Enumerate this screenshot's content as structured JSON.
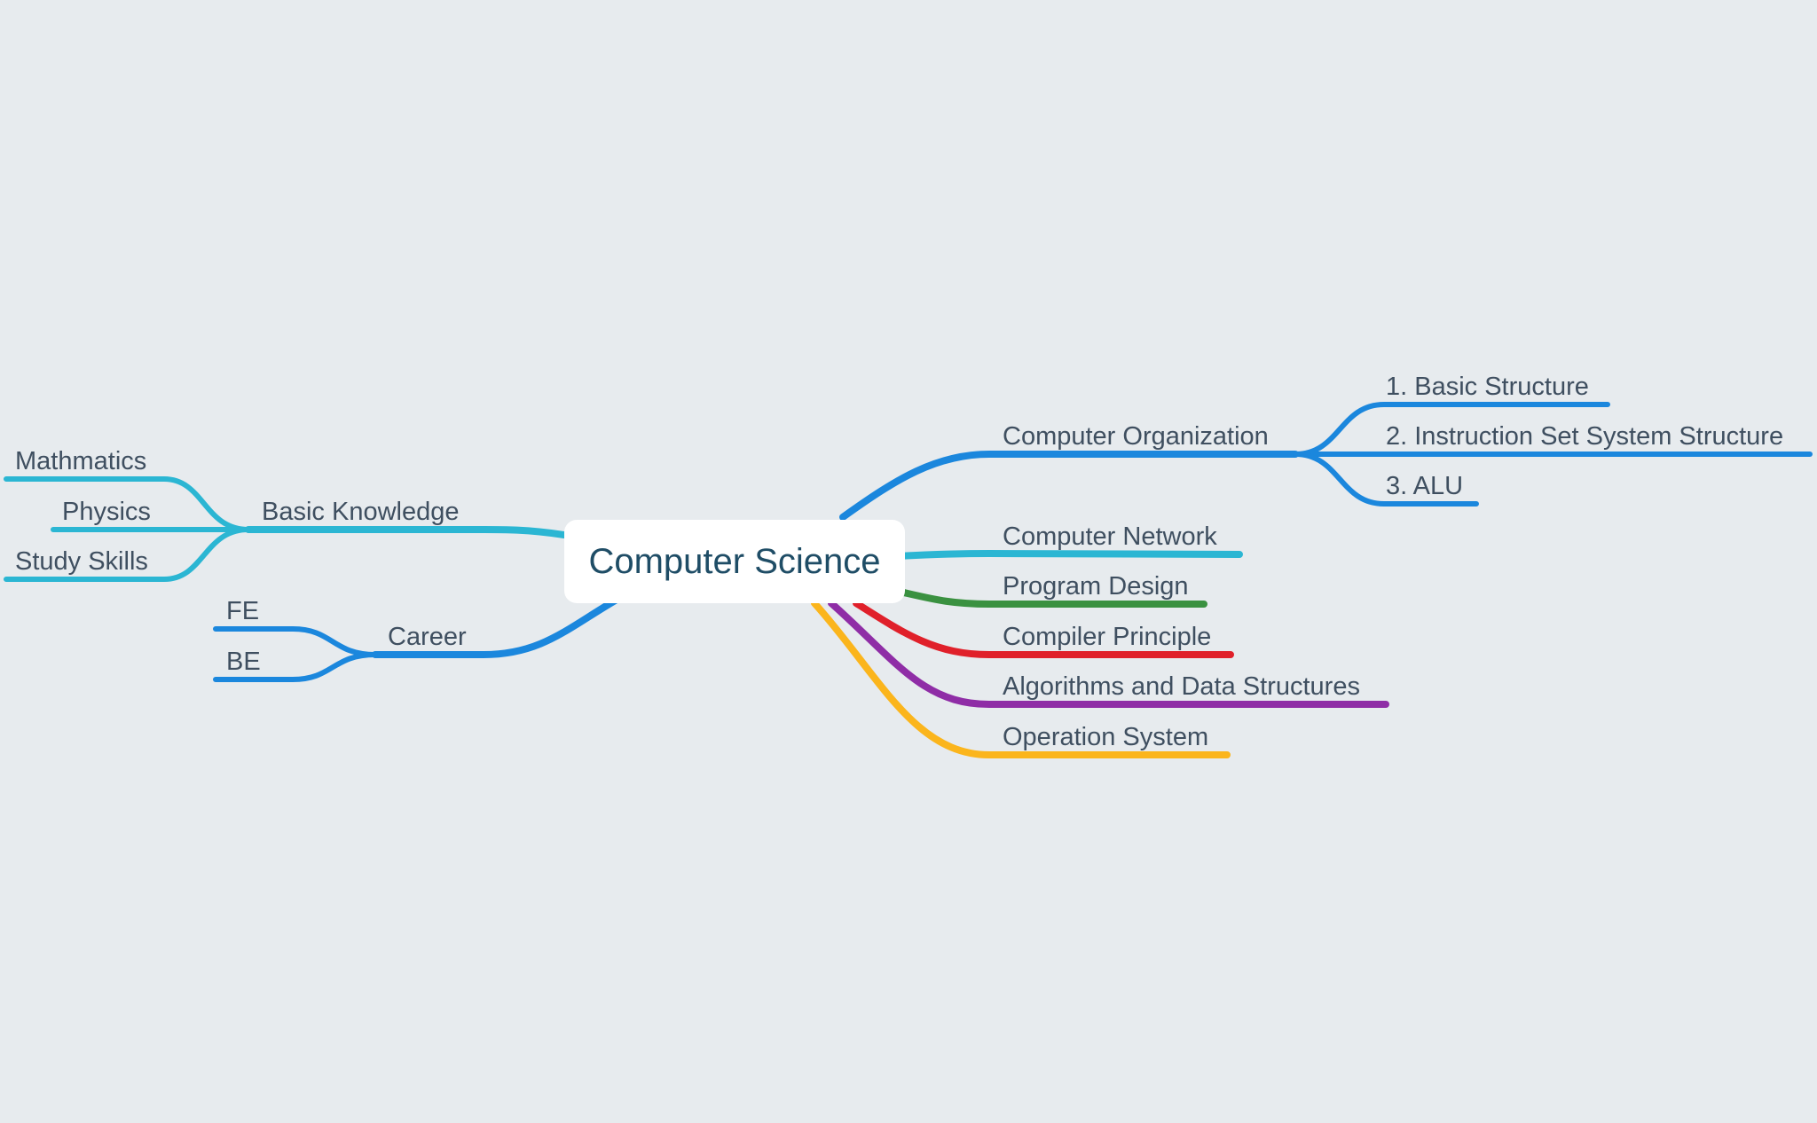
{
  "root": {
    "label": "Computer Science"
  },
  "branches": {
    "computer_organization": {
      "label": "Computer Organization",
      "color": "#1b87dd"
    },
    "computer_network": {
      "label": "Computer Network",
      "color": "#2bb6d3"
    },
    "program_design": {
      "label": "Program Design",
      "color": "#3a9140"
    },
    "compiler_principle": {
      "label": "Compiler Principle",
      "color": "#e0202a"
    },
    "algorithms": {
      "label": "Algorithms and Data Structures",
      "color": "#8f2da6"
    },
    "operation_system": {
      "label": "Operation System",
      "color": "#fbb51c"
    },
    "basic_knowledge": {
      "label": "Basic Knowledge",
      "color": "#2bb6d3"
    },
    "career": {
      "label": "Career",
      "color": "#1b87dd"
    }
  },
  "children": {
    "basic_structure": {
      "label": "1. Basic Structure"
    },
    "instruction_set": {
      "label": "2. Instruction Set System Structure"
    },
    "alu": {
      "label": "3. ALU"
    },
    "mathmatics": {
      "label": "Mathmatics"
    },
    "physics": {
      "label": "Physics"
    },
    "study_skills": {
      "label": "Study Skills"
    },
    "fe": {
      "label": "FE"
    },
    "be": {
      "label": "BE"
    }
  }
}
